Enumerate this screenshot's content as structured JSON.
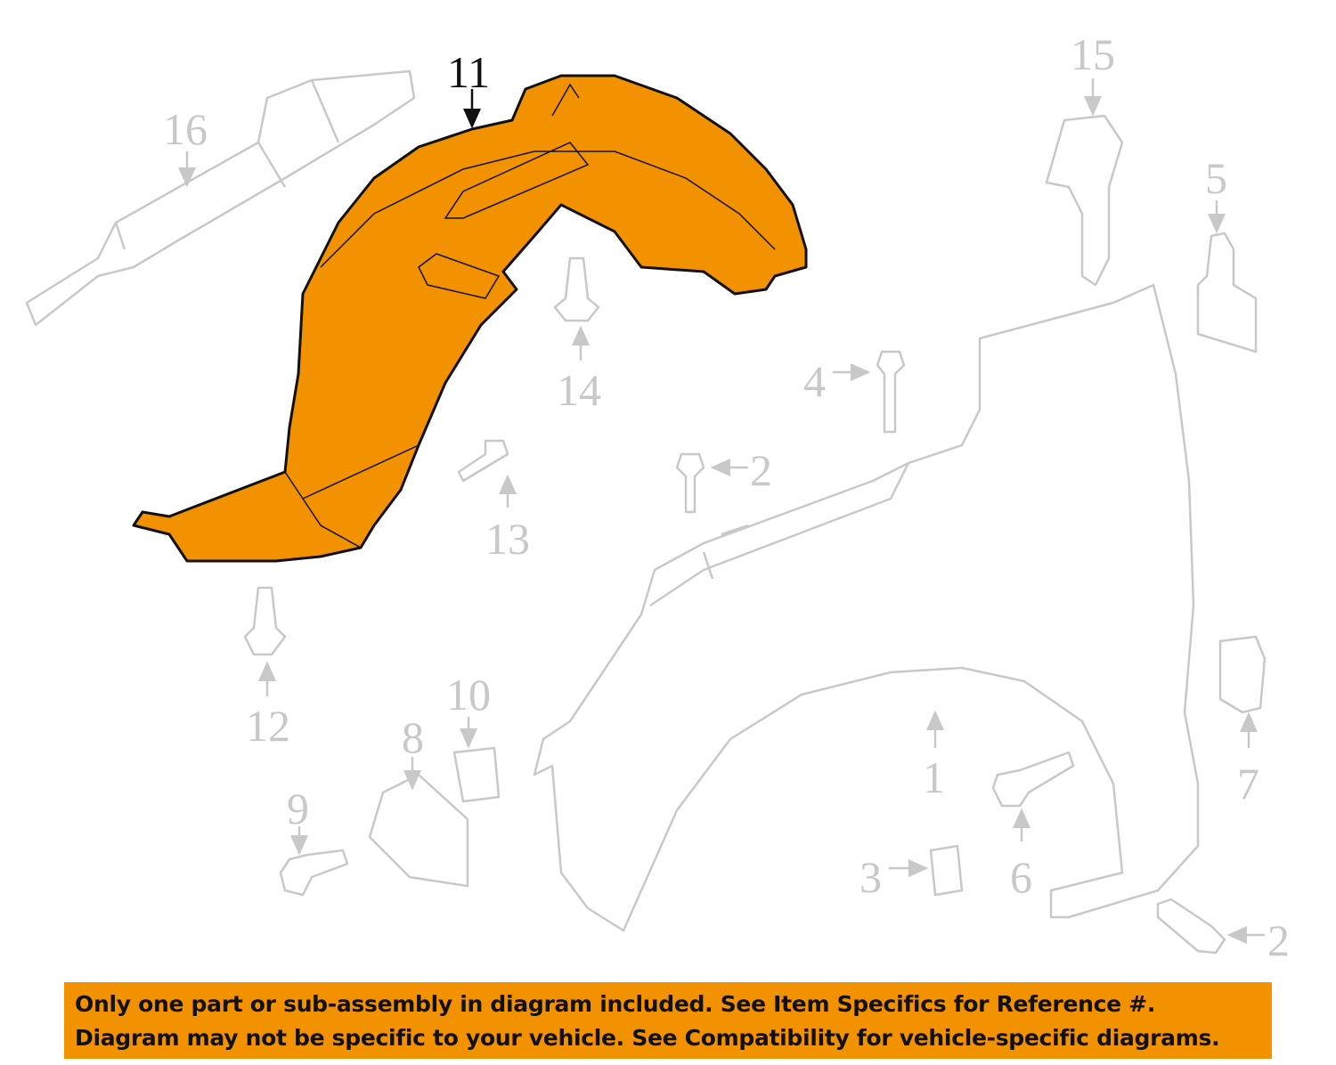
{
  "diagram": {
    "highlighted_part": "11",
    "highlight_color": "#f39200",
    "callouts": [
      "11",
      "16",
      "15",
      "5",
      "14",
      "4",
      "2",
      "13",
      "12",
      "10",
      "8",
      "9",
      "1",
      "7",
      "3",
      "6",
      "2"
    ]
  },
  "banner": {
    "line1": "Only one part or sub-assembly in diagram included. See Item Specifics for Reference #.",
    "line2": "Diagram may not be specific to your vehicle. See Compatibility for vehicle-specific diagrams."
  }
}
